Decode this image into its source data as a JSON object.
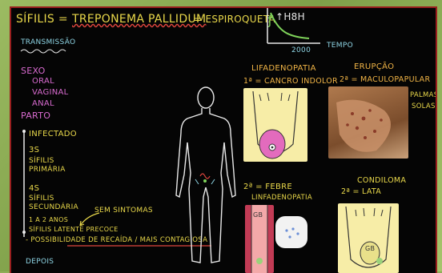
{
  "title": {
    "part1": "SÍFILIS =",
    "part2": "TREPONEMA PALLIDUM",
    "part3": "= ESPIROQUETA",
    "symbol": "ꝭ"
  },
  "transmission": {
    "heading": "TRANSMISSÃO",
    "sexo": "SEXO",
    "oral": "ORAL",
    "vaginal": "VAGINAL",
    "anal": "ANAL",
    "parto": "PARTO"
  },
  "timeline": {
    "infectado": "INFECTADO",
    "t1": "3S",
    "stage1a": "SÍFILIS",
    "stage1b": "PRIMÁRIA",
    "t2": "4S",
    "stage2a": "SÍFILIS",
    "stage2b": "SECUNDÁRIA",
    "t3": "1 A 2 ANOS",
    "latent": "SÍFILIS LATENTE PRECOCE",
    "no_symptoms": "SEM SINTOMAS",
    "relapse": "- POSSIBILIDADE DE RECAÍDA / MAIS CONTAGIOSA",
    "depois": "DEPOIS"
  },
  "graph": {
    "ylabel": "↑H8H",
    "xlabel": "TEMPO",
    "xtick": "2000"
  },
  "primary": {
    "heading": "LIFADENOPATIA",
    "label": "1ª = CANCRO INDOLOR"
  },
  "secondary": {
    "heading": "ERUPÇÃO",
    "label": "2ª = MACULOPAPULAR",
    "side1": "PALMAS",
    "side2": "SOLAS"
  },
  "secondary_b": {
    "label1": "2ª = FEBRE",
    "label2": "LINFADENOPATIA",
    "cell_label": "GB"
  },
  "condiloma": {
    "heading": "CONDILOMA",
    "label": "2ª = LATA",
    "cell_label": "GB"
  },
  "colors": {
    "board": "#050505",
    "frame": "#9a1f1f",
    "yellow": "#e9d84a",
    "magenta": "#d96bd0",
    "green": "#7fd35a",
    "cyan": "#8fd6e6",
    "panel": "#f7eda7"
  }
}
